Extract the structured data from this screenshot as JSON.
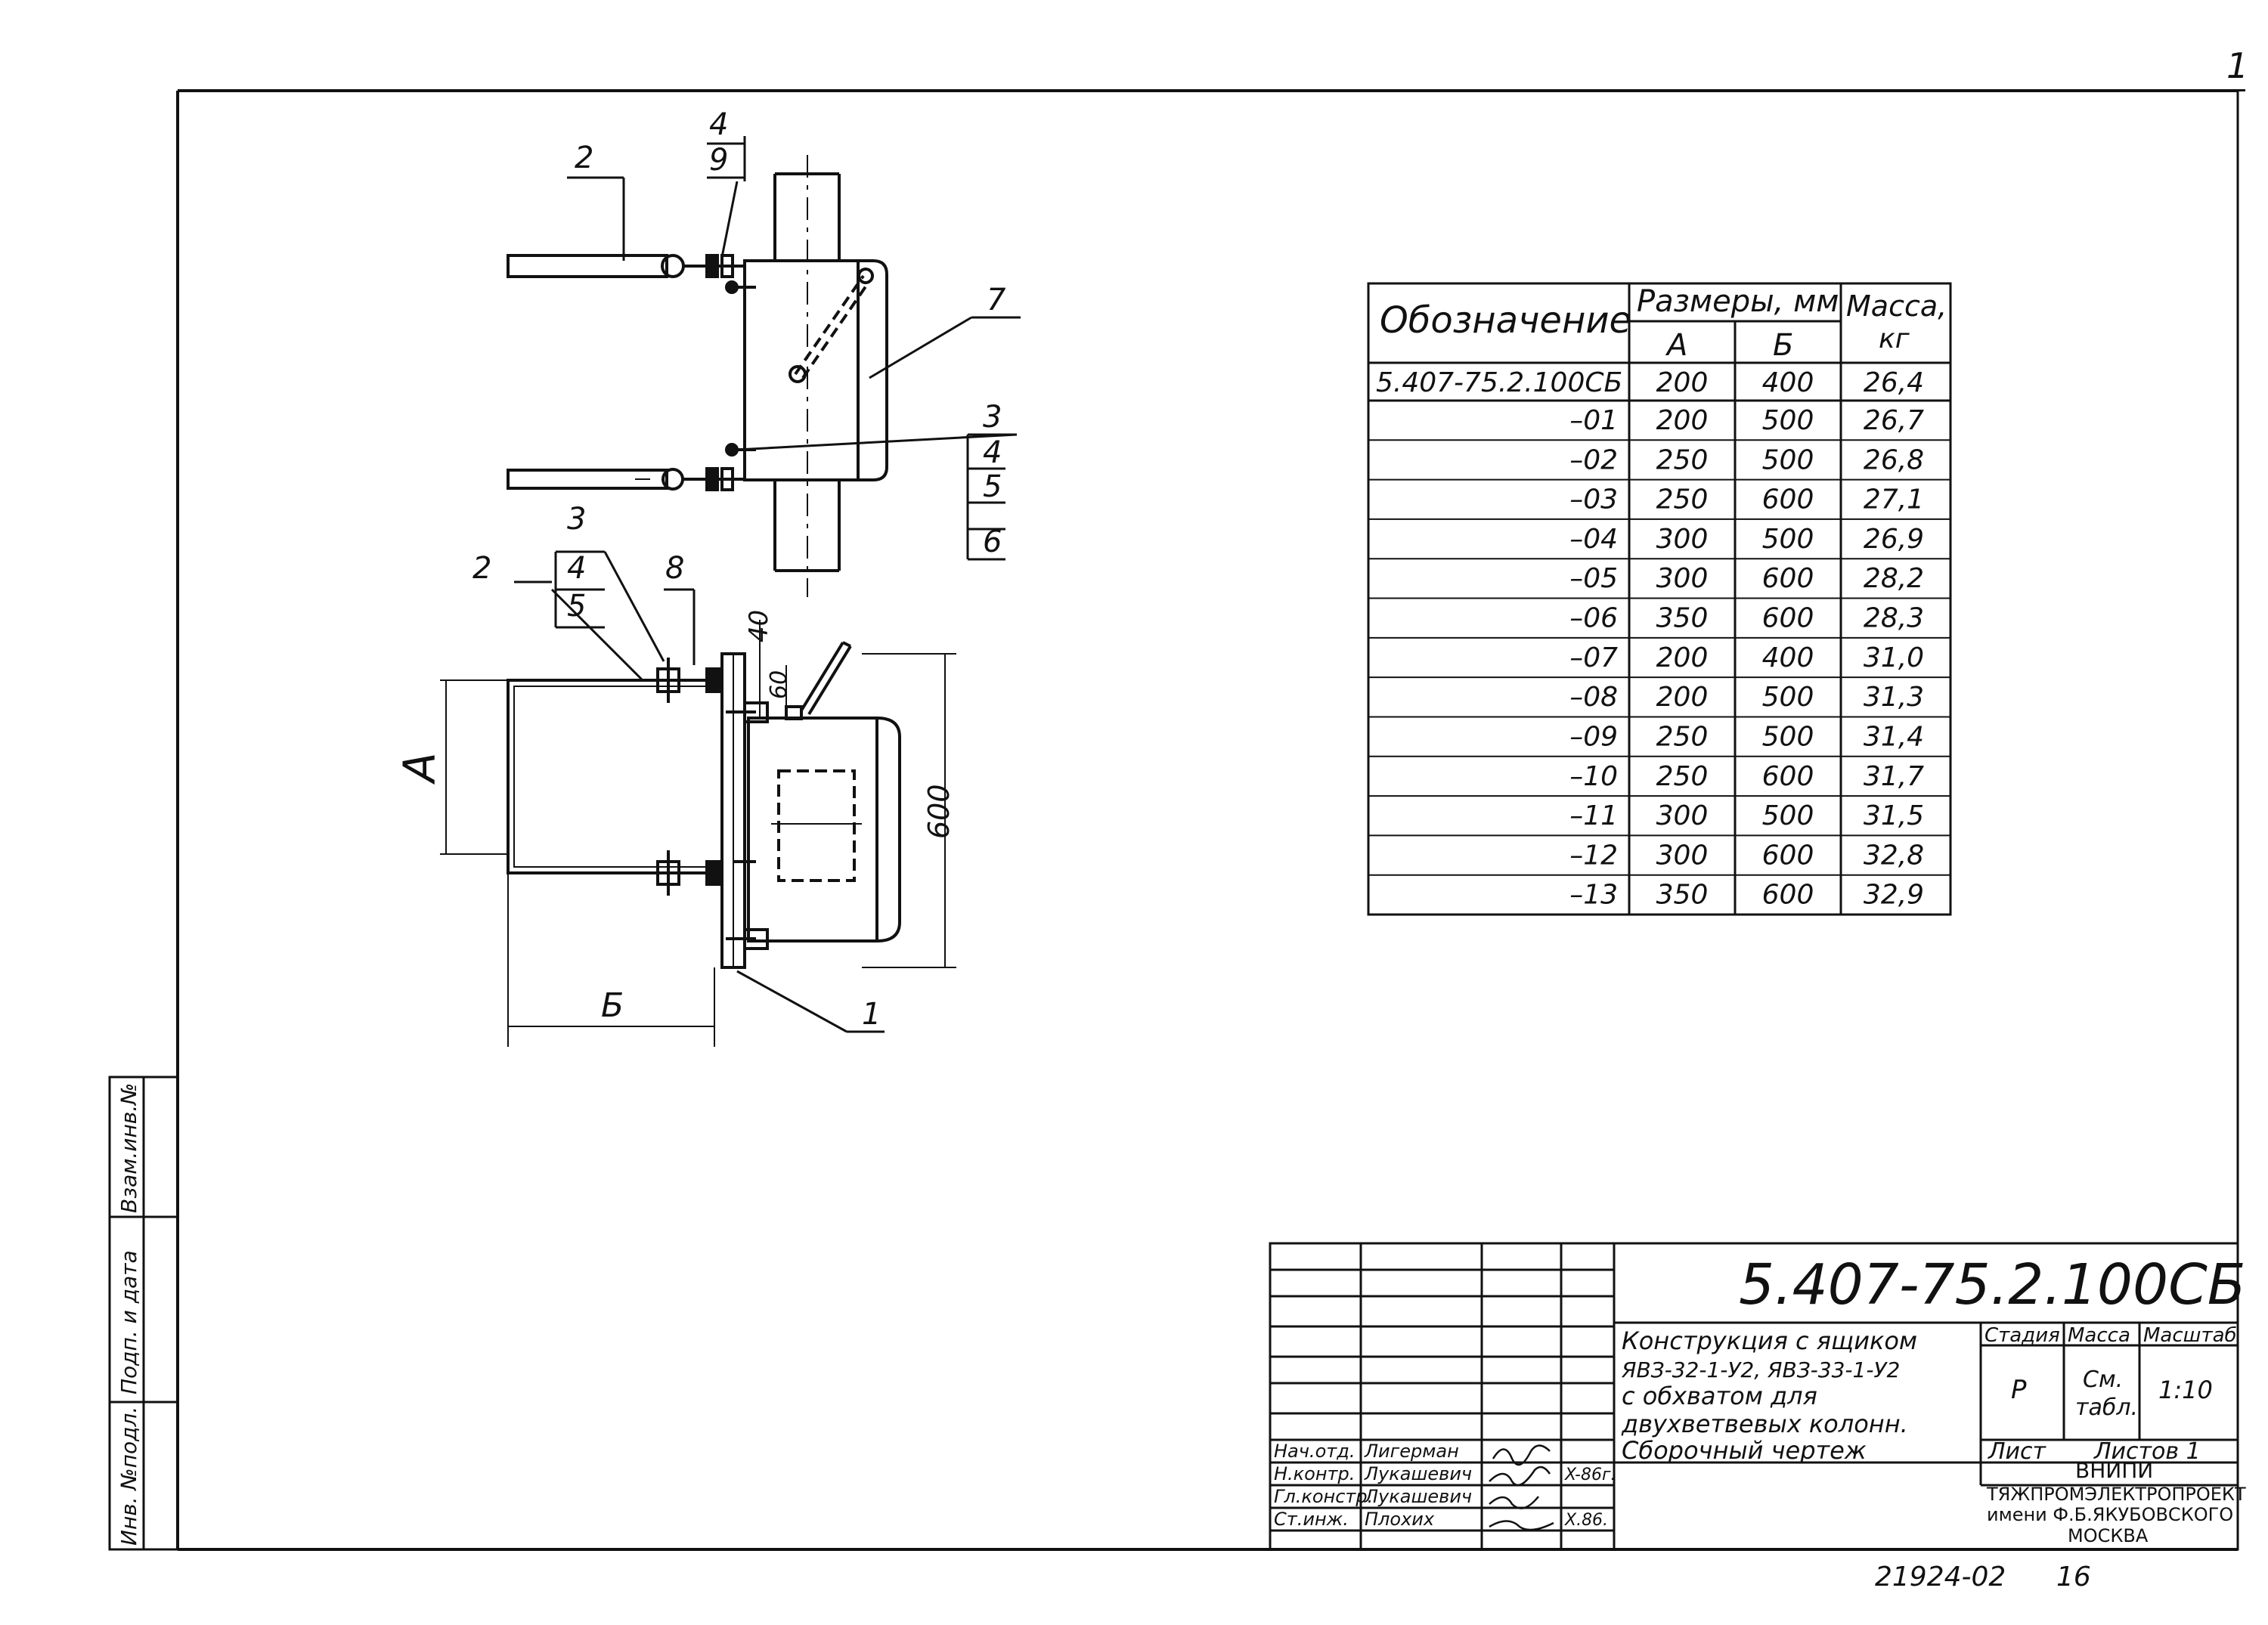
{
  "sheet_number": "1",
  "drawing": {
    "callouts": {
      "c2_top": "2",
      "c4_top": "4",
      "c9_top": "9",
      "c7": "7",
      "c3_mid": "3",
      "c4_mid": "4",
      "c5_mid": "5",
      "c6_mid": "6",
      "c3_side": "3",
      "c4_side": "4",
      "c5_side": "5",
      "c8_side": "8",
      "c2_side": "2",
      "c1_side": "1"
    },
    "dimensions": {
      "a_label": "А",
      "b_label": "Б",
      "d600": "600",
      "d40": "40",
      "d60": "60"
    }
  },
  "spec_table": {
    "headers": {
      "designation": "Обозначение",
      "sizes": "Размеры, мм",
      "a": "А",
      "b": "Б",
      "mass": "Масса,",
      "mass_unit": "кг"
    },
    "rows": [
      {
        "designation": "5.407-75.2.100СБ",
        "a": "200",
        "b": "400",
        "mass": "26,4"
      },
      {
        "designation": "–01",
        "a": "200",
        "b": "500",
        "mass": "26,7"
      },
      {
        "designation": "–02",
        "a": "250",
        "b": "500",
        "mass": "26,8"
      },
      {
        "designation": "–03",
        "a": "250",
        "b": "600",
        "mass": "27,1"
      },
      {
        "designation": "–04",
        "a": "300",
        "b": "500",
        "mass": "26,9"
      },
      {
        "designation": "–05",
        "a": "300",
        "b": "600",
        "mass": "28,2"
      },
      {
        "designation": "–06",
        "a": "350",
        "b": "600",
        "mass": "28,3"
      },
      {
        "designation": "–07",
        "a": "200",
        "b": "400",
        "mass": "31,0"
      },
      {
        "designation": "–08",
        "a": "200",
        "b": "500",
        "mass": "31,3"
      },
      {
        "designation": "–09",
        "a": "250",
        "b": "500",
        "mass": "31,4"
      },
      {
        "designation": "–10",
        "a": "250",
        "b": "600",
        "mass": "31,7"
      },
      {
        "designation": "–11",
        "a": "300",
        "b": "500",
        "mass": "31,5"
      },
      {
        "designation": "–12",
        "a": "300",
        "b": "600",
        "mass": "32,8"
      },
      {
        "designation": "–13",
        "a": "350",
        "b": "600",
        "mass": "32,9"
      }
    ]
  },
  "side_stamp": {
    "vzam": "Взам.инв.№",
    "podp": "Подп. и дата",
    "inv": "Инв. №подл."
  },
  "title_block": {
    "code": "5.407-75.2.100СБ",
    "title_lines": [
      "Конструкция с ящиком",
      "ЯВЗ-32-1-У2, ЯВЗ-33-1-У2",
      "с обхватом для",
      "двухветвевых колонн.",
      "Сборочный чертеж"
    ],
    "stage_label": "Стадия",
    "mass_label": "Масса",
    "scale_label": "Масштаб",
    "stage": "Р",
    "mass_l1": "См.",
    "mass_l2": "табл.",
    "scale": "1:10",
    "sheet_label": "Лист",
    "sheets_label": "Листов 1",
    "org_l1": "ВНИПИ",
    "org_l2": "ТЯЖПРОМЭЛЕКТРОПРОЕКТ",
    "org_l3": "имени Ф.Б.ЯКУБОВСКОГО",
    "org_l4": "МОСКВА",
    "signatures": [
      {
        "role": "Нач.отд.",
        "name": "Лигерман",
        "date": ""
      },
      {
        "role": "Н.контр.",
        "name": "Лукашевич",
        "date": "X-86г."
      },
      {
        "role": "Гл.констр.",
        "name": "Лукашевич",
        "date": ""
      },
      {
        "role": "Ст.инж.",
        "name": "Плохих",
        "date": "X.86."
      }
    ]
  },
  "bottom_code": "21924-02",
  "bottom_page": "16"
}
